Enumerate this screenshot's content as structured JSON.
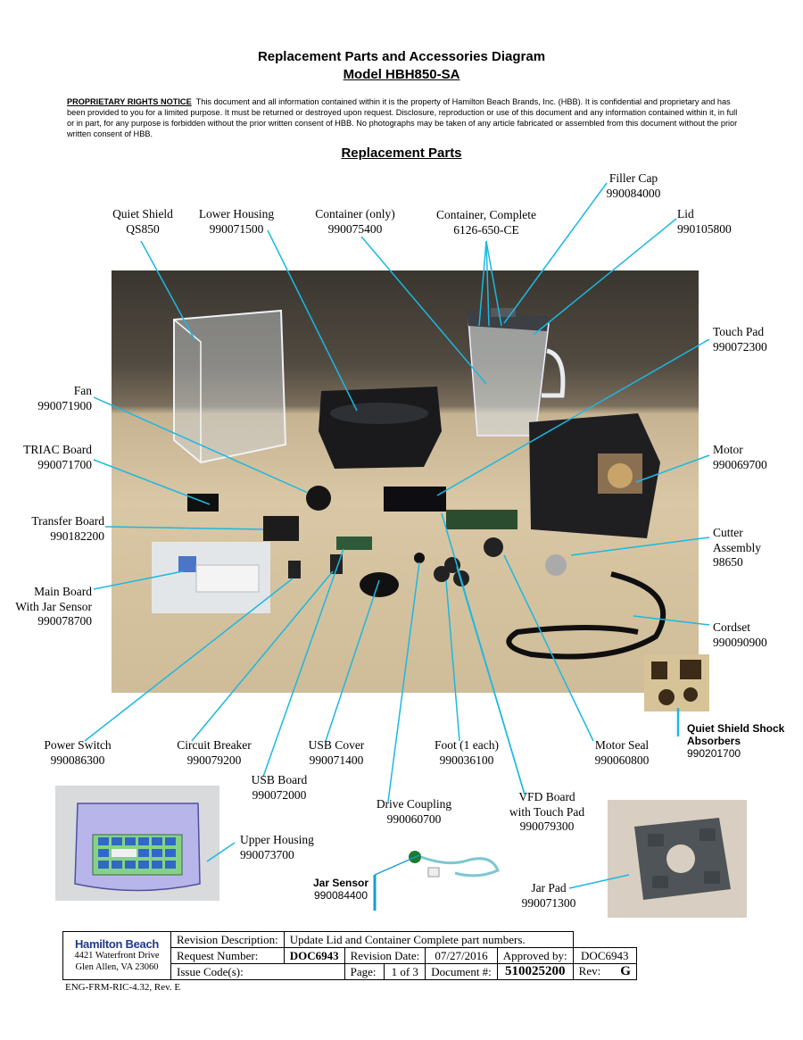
{
  "header": {
    "title": "Replacement Parts and Accessories Diagram",
    "model": "Model HBH850-SA",
    "notice_heading": "PROPRIETARY RIGHTS NOTICE",
    "notice_body": "This document and all information contained within it is the property of Hamilton Beach Brands, Inc. (HBB).  It is confidential and proprietary and has been provided to you for a limited purpose.  It must be returned or destroyed upon request.  Disclosure, reproduction or use of this document and any information contained within it, in full or in part, for any purpose is forbidden without the prior written consent of HBB.  No photographs may be taken of any article fabricated or assembled from this document without the prior written consent of HBB.",
    "section": "Replacement Parts"
  },
  "parts": {
    "quiet_shield": {
      "name": "Quiet Shield",
      "number": "QS850"
    },
    "lower_housing": {
      "name": "Lower Housing",
      "number": "990071500"
    },
    "container_only": {
      "name": "Container (only)",
      "number": "990075400"
    },
    "container_complete": {
      "name": "Container, Complete",
      "number": "6126-650-CE"
    },
    "filler_cap": {
      "name": "Filler Cap",
      "number": "990084000"
    },
    "lid": {
      "name": "Lid",
      "number": "990105800"
    },
    "touch_pad": {
      "name": "Touch Pad",
      "number": "990072300"
    },
    "fan": {
      "name": "Fan",
      "number": "990071900"
    },
    "triac_board": {
      "name": "TRIAC Board",
      "number": "990071700"
    },
    "motor": {
      "name": "Motor",
      "number": "990069700"
    },
    "transfer_board": {
      "name": "Transfer Board",
      "number": "990182200"
    },
    "cutter_assembly": {
      "name1": "Cutter",
      "name2": "Assembly",
      "number": "98650"
    },
    "main_board": {
      "name1": "Main Board",
      "name2": "With Jar Sensor",
      "number": "990078700"
    },
    "cordset": {
      "name": "Cordset",
      "number": "990090900"
    },
    "shock_absorbers": {
      "name1": "Quiet Shield Shock",
      "name2": "Absorbers",
      "number": "990201700"
    },
    "power_switch": {
      "name": "Power Switch",
      "number": "990086300"
    },
    "circuit_breaker": {
      "name": "Circuit Breaker",
      "number": "990079200"
    },
    "usb_cover": {
      "name": "USB Cover",
      "number": "990071400"
    },
    "foot": {
      "name": "Foot (1 each)",
      "number": "990036100"
    },
    "motor_seal": {
      "name": "Motor Seal",
      "number": "990060800"
    },
    "usb_board": {
      "name": "USB Board",
      "number": "990072000"
    },
    "drive_coupling": {
      "name": "Drive Coupling",
      "number": "990060700"
    },
    "vfd_board": {
      "name1": "VFD Board",
      "name2": "with Touch Pad",
      "number": "990079300"
    },
    "upper_housing": {
      "name": "Upper Housing",
      "number": "990073700"
    },
    "jar_sensor": {
      "name": "Jar Sensor",
      "number": "990084400"
    },
    "jar_pad": {
      "name": "Jar Pad",
      "number": "990071300"
    }
  },
  "title_block": {
    "logo": "Hamilton Beach",
    "address1": "4421 Waterfront Drive",
    "address2": "Glen Allen, VA  23060",
    "rev_desc_label": "Revision Description:",
    "rev_desc_value": "Update Lid and Container Complete part numbers.",
    "request_label": "Request Number:",
    "request_value": "DOC6943",
    "rev_date_label": "Revision Date:",
    "rev_date_value": "07/27/2016",
    "approved_label": "Approved by:",
    "approved_value": "DOC6943",
    "issue_label": "Issue Code(s):",
    "page_label": "Page:",
    "page_value": "1 of 3",
    "doc_label": "Document #:",
    "doc_value": "510025200",
    "rev_label": "Rev:",
    "rev_value": "G"
  },
  "footer": {
    "form": "ENG-FRM-RIC-4.32, Rev. E"
  },
  "colors": {
    "leader": "#1cb8e0",
    "logo_blue": "#1f3a8a",
    "jar_sensor_leader": "#1a9bd1"
  }
}
